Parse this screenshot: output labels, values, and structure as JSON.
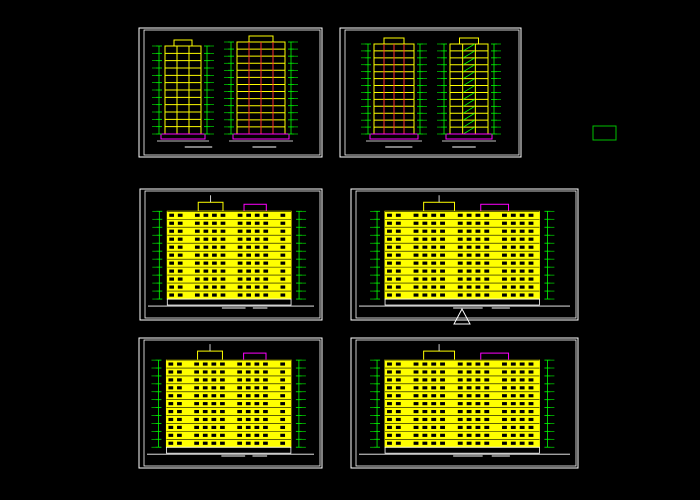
{
  "viewport": {
    "background": "#000000"
  },
  "colors": {
    "frame": "#ffffff",
    "building": "#ffff00",
    "dimension": "#00ff00",
    "accent": "#ff00ff",
    "red": "#ff3030",
    "marker": "#00c000",
    "cursor": "#ffffff"
  },
  "sheets": [
    {
      "id": "sheet-1",
      "kind": "sections",
      "views": 2
    },
    {
      "id": "sheet-2",
      "kind": "sections",
      "views": 2
    },
    {
      "id": "sheet-3",
      "kind": "elevation",
      "floors": 11
    },
    {
      "id": "sheet-4",
      "kind": "elevation",
      "floors": 11
    },
    {
      "id": "sheet-5",
      "kind": "elevation",
      "floors": 11
    },
    {
      "id": "sheet-6",
      "kind": "elevation",
      "floors": 11
    }
  ],
  "overlays": [
    {
      "name": "selection-marker-icon",
      "kind": "rect"
    },
    {
      "name": "ucs-triangle-icon",
      "kind": "triangle"
    }
  ]
}
